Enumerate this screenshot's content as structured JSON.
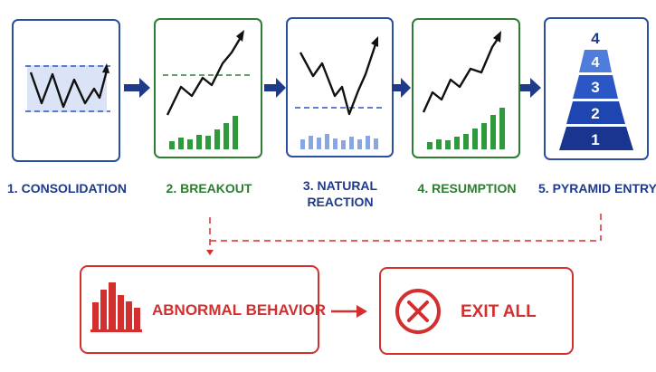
{
  "stages": [
    {
      "label": "1. CONSOLIDATION",
      "color": "#1f3a8a"
    },
    {
      "label": "2. BREAKOUT",
      "color": "#2e7d32"
    },
    {
      "label_line1": "3. NATURAL",
      "label_line2": "REACTION",
      "color": "#1f3a8a"
    },
    {
      "label": "4. RESUMPTION",
      "color": "#2e7d32"
    },
    {
      "label": "5. PYRAMID ENTRY",
      "color": "#1f3a8a"
    }
  ],
  "pyramid_levels": [
    "4",
    "4",
    "3",
    "2",
    "1"
  ],
  "abnormal": {
    "label": "ABNORMAL BEHAVIOR",
    "color": "#d32f2f"
  },
  "exit": {
    "label": "EXIT ALL",
    "color": "#d32f2f"
  },
  "colors": {
    "navy": "#1f3a8a",
    "green": "#2e7d32",
    "red": "#d32f2f",
    "blue_line": "#1e63c6"
  }
}
